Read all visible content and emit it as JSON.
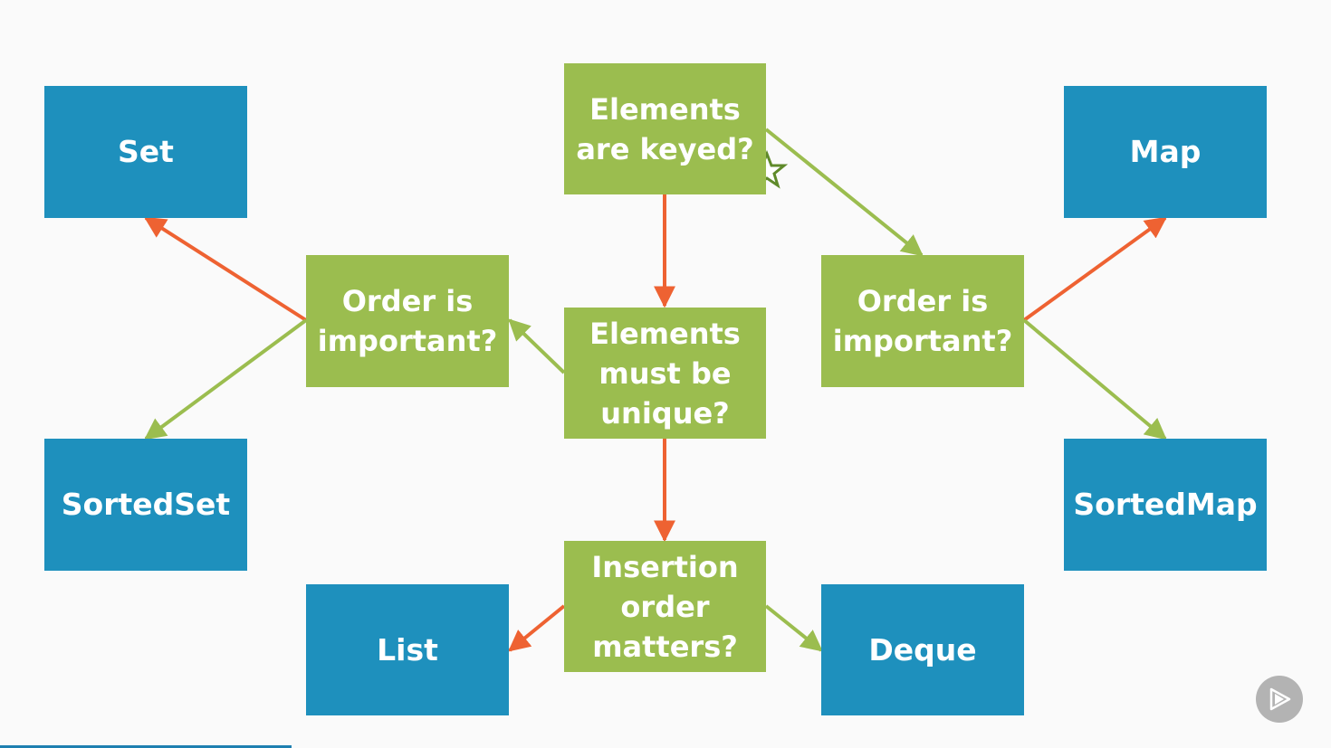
{
  "diagram": {
    "decisions": {
      "keyed": "Elements\nare keyed?",
      "unique": "Elements\nmust be\nunique?",
      "insertion": "Insertion\norder\nmatters?",
      "order_left": "Order is\nimportant?",
      "order_right": "Order is\nimportant?"
    },
    "results": {
      "set": "Set",
      "sortedset": "SortedSet",
      "list": "List",
      "deque": "Deque",
      "map": "Map",
      "sortedmap": "SortedMap"
    },
    "edges": [
      {
        "from": "keyed",
        "to": "unique",
        "kind": "no"
      },
      {
        "from": "keyed",
        "to": "order_right",
        "kind": "yes"
      },
      {
        "from": "unique",
        "to": "order_left",
        "kind": "yes"
      },
      {
        "from": "unique",
        "to": "insertion",
        "kind": "no"
      },
      {
        "from": "order_left",
        "to": "set",
        "kind": "no"
      },
      {
        "from": "order_left",
        "to": "sortedset",
        "kind": "yes"
      },
      {
        "from": "order_right",
        "to": "map",
        "kind": "no"
      },
      {
        "from": "order_right",
        "to": "sortedmap",
        "kind": "yes"
      },
      {
        "from": "insertion",
        "to": "list",
        "kind": "no"
      },
      {
        "from": "insertion",
        "to": "deque",
        "kind": "yes"
      }
    ],
    "colors": {
      "decision": "#9bbd4f",
      "result": "#1e90bd",
      "yes_edge": "#9bbd4f",
      "no_edge": "#ee6232"
    }
  },
  "player": {
    "play_icon": "play-icon",
    "star_icon": "star-icon"
  }
}
